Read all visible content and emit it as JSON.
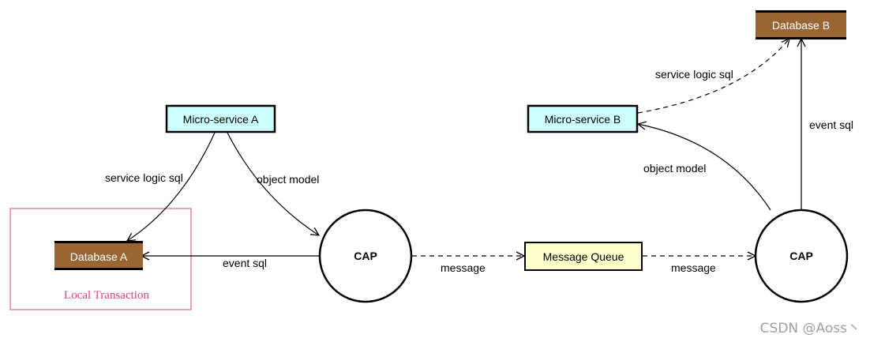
{
  "nodes": {
    "microservice_a": "Micro-service A",
    "microservice_b": "Micro-service B",
    "database_a": "Database A",
    "database_b": "Database B",
    "cap_left": "CAP",
    "cap_right": "CAP",
    "message_queue": "Message Queue"
  },
  "edges": {
    "a_service_logic_sql": "service logic sql",
    "a_object_model": "object model",
    "a_event_sql": "event sql",
    "mq_message_left": "message",
    "mq_message_right": "message",
    "b_object_model": "object model",
    "b_service_logic_sql": "service logic sql",
    "b_event_sql": "event sql"
  },
  "local_transaction": "Local Transaction",
  "watermark": "CSDN @Aoss丶",
  "colors": {
    "microservice_fill": "#ccffff",
    "database_fill": "#996633",
    "database_text": "#ffffff",
    "queue_fill": "#ffffcc",
    "local_transaction": "#e0407a",
    "watermark": "#a0a0a0"
  }
}
